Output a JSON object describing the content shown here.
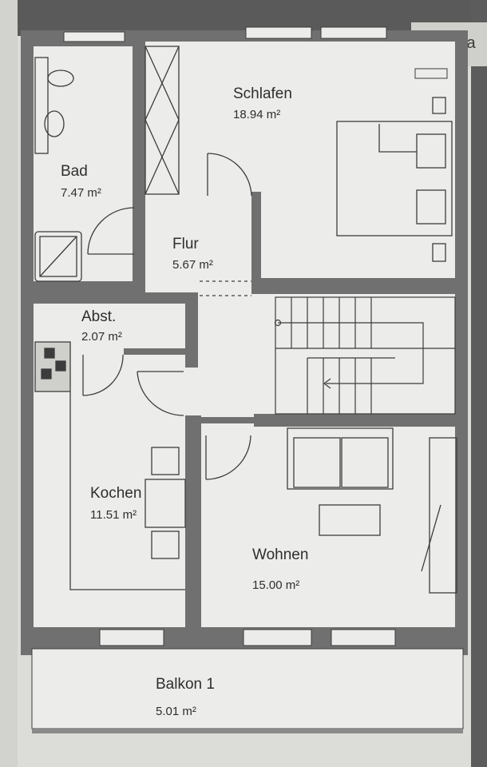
{
  "corner_label": "Ra",
  "rooms": {
    "bad": {
      "name": "Bad",
      "area": "7.47 m²"
    },
    "schlafen": {
      "name": "Schlafen",
      "area": "18.94 m²"
    },
    "flur": {
      "name": "Flur",
      "area": "5.67 m²"
    },
    "abst": {
      "name": "Abst.",
      "area": "2.07 m²"
    },
    "kochen": {
      "name": "Kochen",
      "area": "11.51 m²"
    },
    "wohnen": {
      "name": "Wohnen",
      "area": "15.00 m²"
    },
    "balkon": {
      "name": "Balkon 1",
      "area": "5.01 m²"
    }
  },
  "colors": {
    "wall": "#6f6f6f",
    "floor": "#ececea",
    "line": "#3c3c3c"
  }
}
